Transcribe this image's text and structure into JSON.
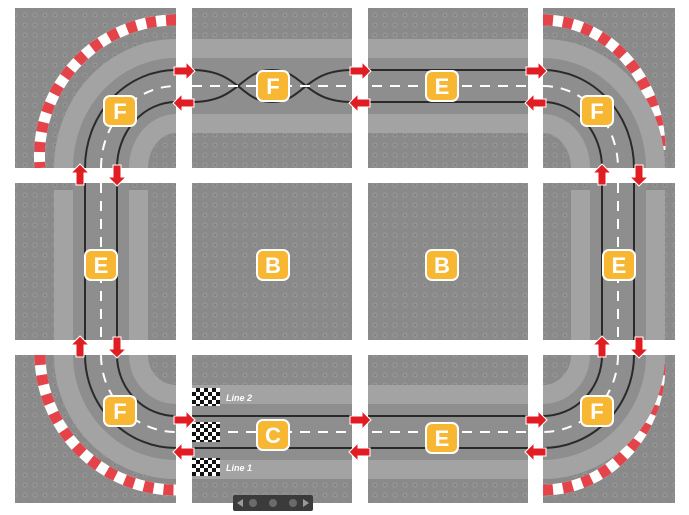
{
  "tiles": {
    "top_left": "F",
    "top_mid_left": "F",
    "top_mid_right": "E",
    "top_right": "F",
    "mid_left": "E",
    "center_left": "B",
    "center_right": "B",
    "mid_right": "E",
    "bottom_left": "F",
    "bottom_mid_left": "C",
    "bottom_mid_right": "E",
    "bottom_right": "F"
  },
  "start_lines": {
    "line2": "Line 2",
    "line1": "Line 1"
  },
  "colors": {
    "board": "#8f8f8f",
    "road": "#9d9d9d",
    "label_fill": "#f7b733",
    "arrow": "#e11d24",
    "curb_red": "#e4434a",
    "gap": "#ffffff"
  },
  "icons": {
    "arrow": "red-arrow-icon",
    "checker": "checkered-flag-icon",
    "connector": "connector-icon"
  }
}
